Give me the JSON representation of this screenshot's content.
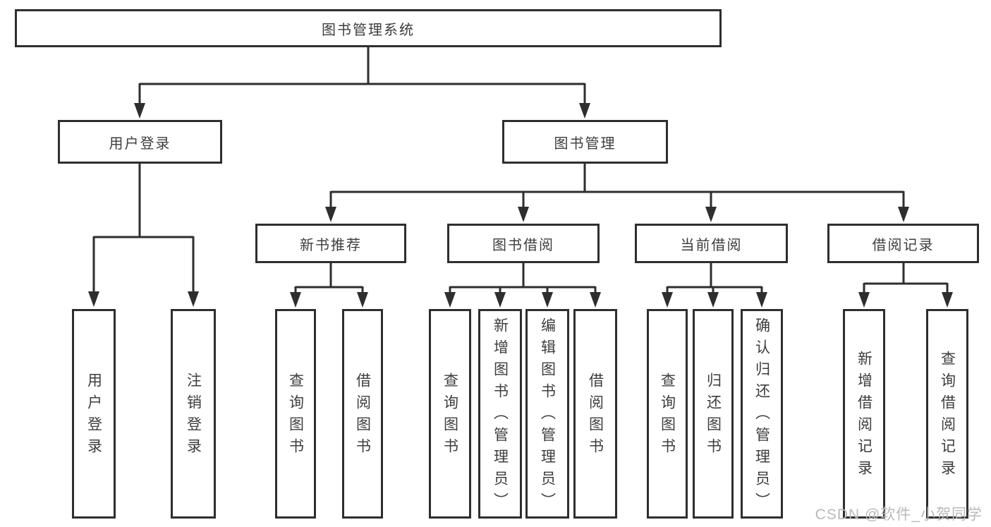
{
  "diagram": {
    "root_label": "图书管理系统",
    "level2": {
      "user_login": "用户登录",
      "book_mgmt": "图书管理"
    },
    "level3": {
      "new_book_rec": "新书推荐",
      "book_borrow": "图书借阅",
      "current_borrow": "当前借阅",
      "borrow_records": "借阅记录"
    },
    "leaves": {
      "user_login": [
        "用户登录",
        "注销登录"
      ],
      "new_book_rec": [
        "查询图书",
        "借阅图书"
      ],
      "book_borrow": [
        "查询图书",
        "新增图书（管理员）",
        "编辑图书（管理员）",
        "借阅图书"
      ],
      "current_borrow": [
        "查询图书",
        "归还图书",
        "确认归还（管理员）"
      ],
      "borrow_records": [
        "新增借阅记录",
        "查询借阅记录"
      ]
    }
  },
  "watermark": {
    "text": "CSDN @软件_小贺同学"
  },
  "colors": {
    "line": "#2e2e2e",
    "box_border": "#2e2e2e",
    "text": "#3d3d3d",
    "watermark_text": "#b9b9b9",
    "background": "#ffffff"
  }
}
